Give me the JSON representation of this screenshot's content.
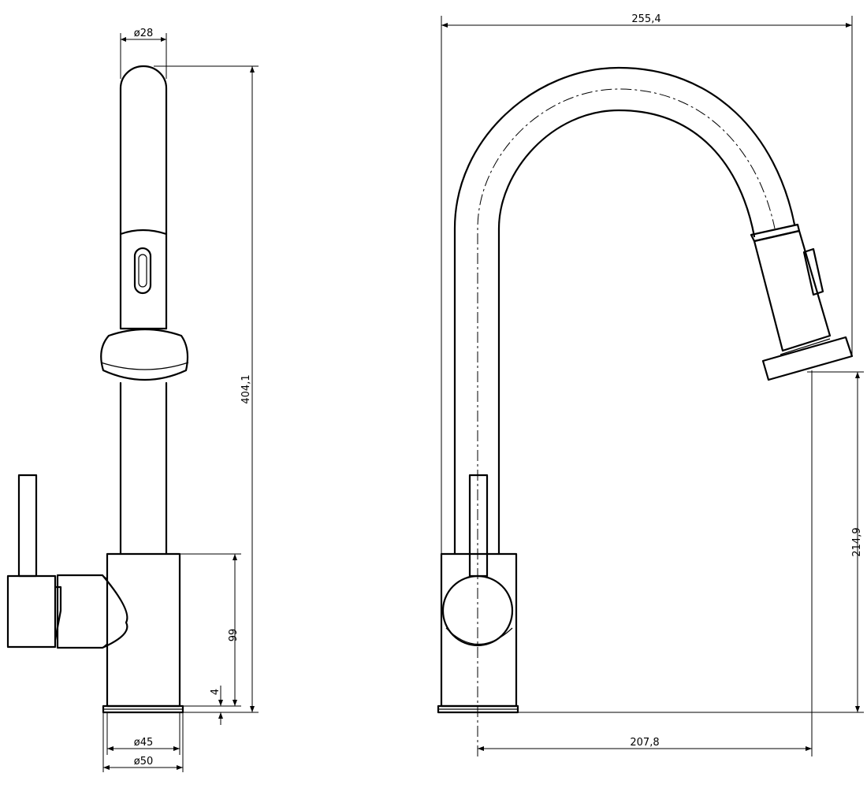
{
  "dimensions": {
    "top_diameter": "ø28",
    "total_height": "404,1",
    "body_height": "99",
    "base_thickness": "4",
    "base_inner_diameter": "ø45",
    "base_outer_diameter": "ø50",
    "overall_width": "255,4",
    "spout_clearance": "214,9",
    "spout_reach": "207,8"
  }
}
